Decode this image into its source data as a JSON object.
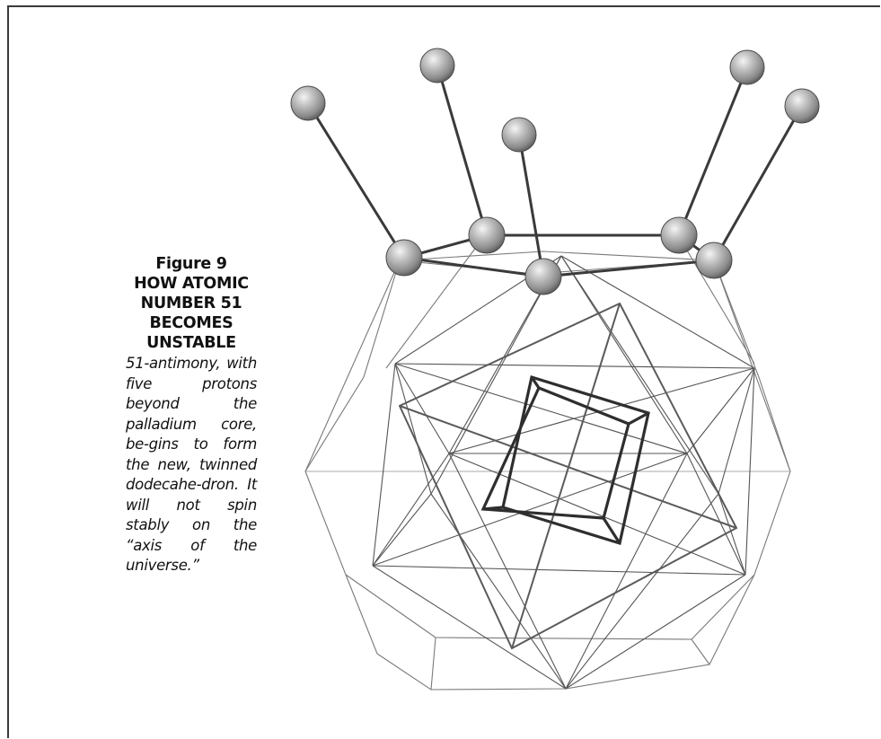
{
  "caption": {
    "figure_label": "Figure 9",
    "title_lines": [
      "HOW ATOMIC",
      "NUMBER 51",
      "BECOMES UNSTABLE"
    ],
    "body": "51-antimony, with five protons beyond the palladium core, be-gins to form the new, twinned dodecahe-dron. It will not spin stably on the “axis of the universe.”"
  },
  "diagram": {
    "subject": "nested polyhedra nucleus model with five extra proton spheres on a twinned dodecahedron",
    "colors": {
      "thin_line": "#6e6e6e",
      "thick_line": "#3a3a3a",
      "sphere": "#9a9a9a"
    }
  }
}
